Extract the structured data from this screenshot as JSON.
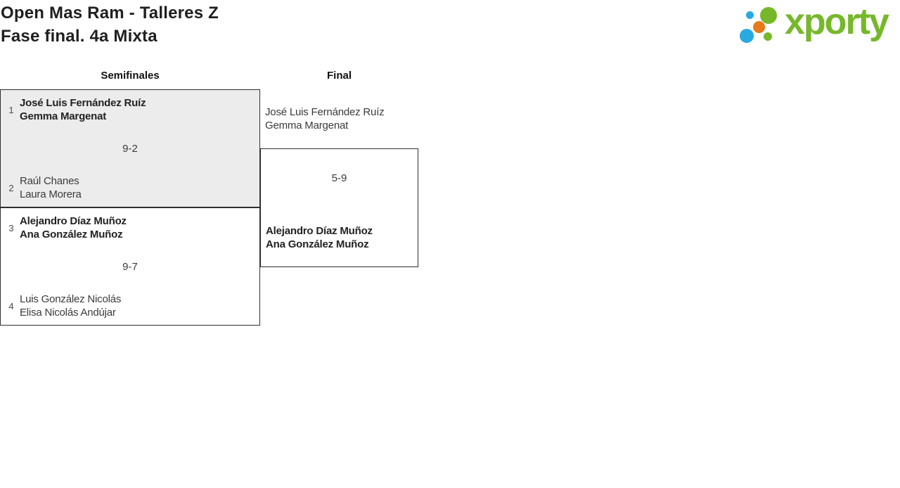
{
  "page": {
    "title_line1": "Open Mas Ram - Talleres Z",
    "title_line2": "Fase final. 4a Mixta"
  },
  "logo": {
    "wordmark": "xporty",
    "brand_colors": {
      "green": "#76b82a",
      "blue": "#29a9e1",
      "orange": "#e87818"
    }
  },
  "bracket": {
    "round_headers": [
      {
        "label": "Semifinales"
      },
      {
        "label": "Final"
      }
    ],
    "semifinals": [
      {
        "top": {
          "seed": "1",
          "player1": "José Luis Fernández Ruíz",
          "player2": "Gemma Margenat",
          "winner": true
        },
        "score": "9-2",
        "bottom": {
          "seed": "2",
          "player1": "Raúl Chanes",
          "player2": "Laura Morera",
          "winner": false
        }
      },
      {
        "top": {
          "seed": "3",
          "player1": "Alejandro Díaz Muñoz",
          "player2": "Ana González Muñoz",
          "winner": true
        },
        "score": "9-7",
        "bottom": {
          "seed": "4",
          "player1": "Luis González Nicolás",
          "player2": "Elisa Nicolás Andújar",
          "winner": false
        }
      }
    ],
    "final": {
      "top": {
        "player1": "José Luis Fernández Ruíz",
        "player2": "Gemma Margenat",
        "winner": false
      },
      "score": "5-9",
      "bottom": {
        "player1": "Alejandro Díaz Muñoz",
        "player2": "Ana González Muñoz",
        "winner": true
      }
    }
  },
  "colors": {
    "match_fill_alt": "#ececec",
    "border": "#2f2f2f",
    "text_dark": "#222222",
    "text_regular": "#3a3a3a"
  }
}
